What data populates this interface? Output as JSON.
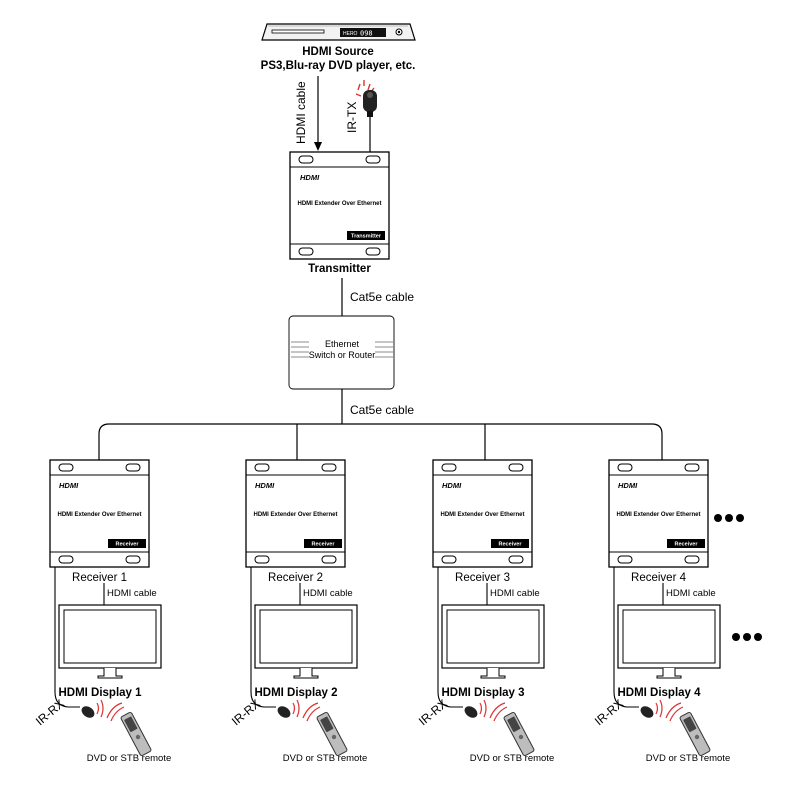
{
  "source": {
    "title": "HDMI Source",
    "subtitle": "PS3,Blu-ray DVD player, etc.",
    "display_text": "098",
    "brand_text": "HERO"
  },
  "top_cables": {
    "hdmi": "HDMI cable",
    "irtx": "IR-TX"
  },
  "transmitter": {
    "logo": "HDMI",
    "name": "HDMI Extender Over Ethernet",
    "badge": "Transmitter",
    "caption": "Transmitter"
  },
  "cable1": "Cat5e cable",
  "switch": {
    "line1": "Ethernet",
    "line2": "Switch or Router"
  },
  "cable2": "Cat5e cable",
  "receivers": [
    {
      "logo": "HDMI",
      "name": "HDMI Extender Over Ethernet",
      "badge": "Receiver",
      "caption": "Receiver 1",
      "cable": "HDMI cable",
      "display": "HDMI Display 1",
      "irrx": "IR-RX",
      "remote": "DVD or STB remote"
    },
    {
      "logo": "HDMI",
      "name": "HDMI Extender Over Ethernet",
      "badge": "Receiver",
      "caption": "Receiver 2",
      "cable": "HDMI cable",
      "display": "HDMI Display 2",
      "irrx": "IR-RX",
      "remote": "DVD or STB remote"
    },
    {
      "logo": "HDMI",
      "name": "HDMI Extender Over Ethernet",
      "badge": "Receiver",
      "caption": "Receiver 3",
      "cable": "HDMI cable",
      "display": "HDMI Display 3",
      "irrx": "IR-RX",
      "remote": "DVD or STB remote"
    },
    {
      "logo": "HDMI",
      "name": "HDMI Extender Over Ethernet",
      "badge": "Receiver",
      "caption": "Receiver 4",
      "cable": "HDMI cable",
      "display": "HDMI Display 4",
      "irrx": "IR-RX",
      "remote": "DVD or STB remote"
    }
  ]
}
